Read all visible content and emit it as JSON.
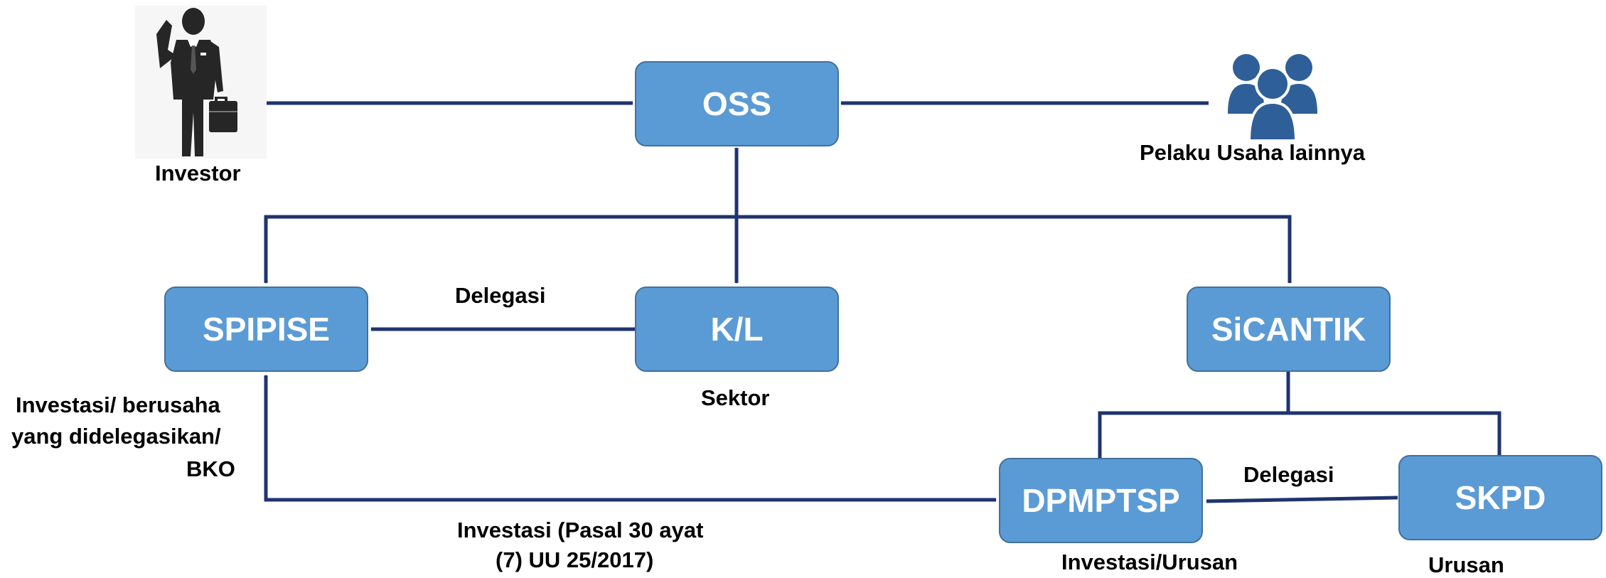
{
  "colors": {
    "box_fill": "#5b9bd5",
    "box_border": "#41719c",
    "arrow": "#1f3370",
    "icon_people": "#2e5f98"
  },
  "nodes": {
    "oss": "OSS",
    "spipise": "SPIPISE",
    "kl": "K/L",
    "sicantik": "SiCANTIK",
    "dpmptsp": "DPMPTSP",
    "skpd": "SKPD"
  },
  "labels": {
    "investor": "Investor",
    "pelaku": "Pelaku Usaha lainnya",
    "delegasi_kl": "Delegasi",
    "sektor": "Sektor",
    "investasi_bko_1": "Investasi/ berusaha",
    "investasi_bko_2": "yang didelegasikan/",
    "investasi_bko_3": "BKO",
    "delegasi_skpd": "Delegasi",
    "pasal_1": "Investasi (Pasal 30 ayat",
    "pasal_2": "(7) UU 25/2017)",
    "investasi_urusan": "Investasi/Urusan",
    "urusan": "Urusan"
  },
  "icons": {
    "investor": "businessman-icon",
    "pelaku": "people-group-icon"
  }
}
